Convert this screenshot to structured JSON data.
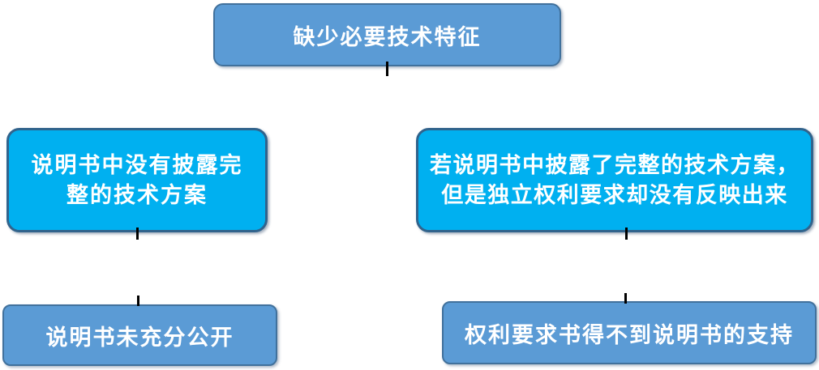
{
  "diagram": {
    "background_color": "#FFFFFF",
    "text_color": "#FFFFFF",
    "connector_color": "#000000",
    "node_colors": {
      "blue_fill": "#5B9BD5",
      "blue_border": "#41719C",
      "cyan_fill": "#00B0F0",
      "cyan_border": "#31638C"
    },
    "nodes": {
      "top": {
        "lines": [
          "缺少必要技术特征"
        ],
        "fill": "#5B9BD5",
        "border": "#41719C"
      },
      "middle_left": {
        "lines": [
          "说明书中没有披露完",
          "整的技术方案"
        ],
        "fill": "#00B0F0",
        "border": "#31638C"
      },
      "middle_right": {
        "lines": [
          "若说明书中披露了完整的技术方案，",
          "但是独立权利要求却没有反映出来"
        ],
        "fill": "#00B0F0",
        "border": "#31638C"
      },
      "bottom_left": {
        "lines": [
          "说明书未充分公开"
        ],
        "fill": "#5B9BD5",
        "border": "#41719C"
      },
      "bottom_right": {
        "lines": [
          "权利要求书得不到说明书的支持"
        ],
        "fill": "#5B9BD5",
        "border": "#41719C"
      }
    }
  }
}
